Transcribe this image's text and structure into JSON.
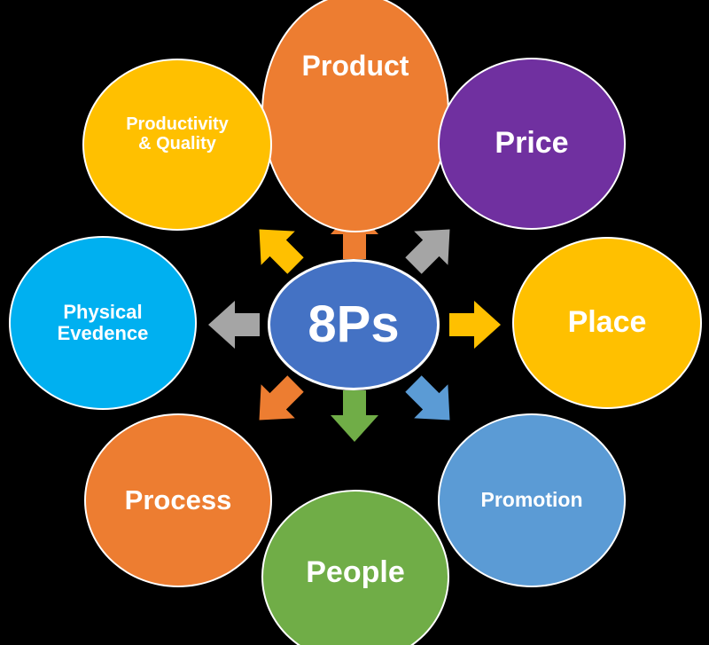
{
  "center": {
    "label": "8Ps",
    "color": "#4472C4"
  },
  "nodes": [
    {
      "label": "Product",
      "color": "#ED7D31"
    },
    {
      "label": "Price",
      "color": "#7030A0"
    },
    {
      "label": "Place",
      "color": "#FFC000"
    },
    {
      "label": "Promotion",
      "color": "#5B9BD5"
    },
    {
      "label": "People",
      "color": "#70AD47"
    },
    {
      "label": "Process",
      "color": "#ED7D31"
    },
    {
      "label": "Physical\nEvedence",
      "color": "#00B0F0"
    },
    {
      "label": "Productivity\n& Quality",
      "color": "#FFC000"
    }
  ],
  "arrows": [
    {
      "direction": "up",
      "color": "#ED7D31"
    },
    {
      "direction": "up-right",
      "color": "#A5A5A5"
    },
    {
      "direction": "right",
      "color": "#FFC000"
    },
    {
      "direction": "down-right",
      "color": "#5B9BD5"
    },
    {
      "direction": "down",
      "color": "#70AD47"
    },
    {
      "direction": "down-left",
      "color": "#ED7D31"
    },
    {
      "direction": "left",
      "color": "#A5A5A5"
    },
    {
      "direction": "up-left",
      "color": "#FFC000"
    }
  ]
}
